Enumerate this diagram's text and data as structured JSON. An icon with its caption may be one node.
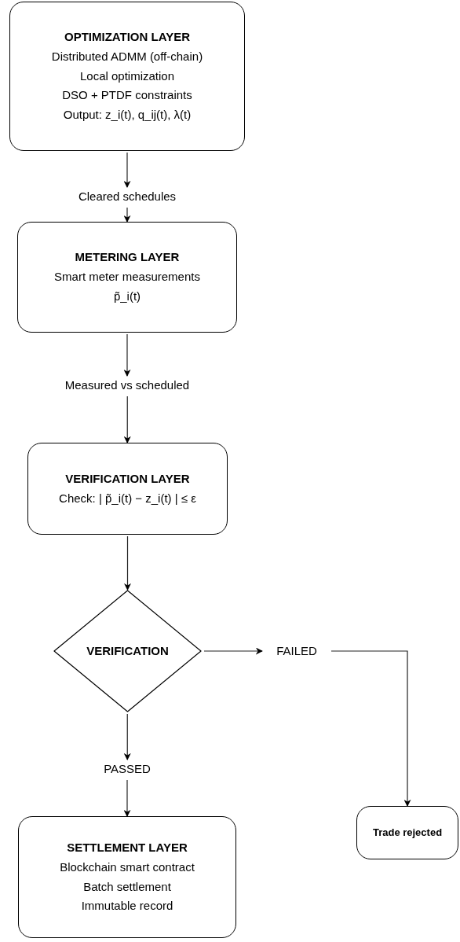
{
  "diagram": {
    "nodes": [
      {
        "text": [
          "OPTIMIZATION LAYER",
          "Distributed ADMM (off-chain)",
          "Local optimization",
          "DSO + PTDF constraints",
          "Output: z_i(t), q_ij(t), λ(t)"
        ]
      },
      {
        "text": [
          "Cleared schedules"
        ]
      },
      {
        "text": [
          "METERING LAYER",
          "Smart meter measurements",
          "p̃_i(t)"
        ]
      },
      {
        "text": [
          "Measured vs scheduled"
        ]
      },
      {
        "text": [
          "VERIFICATION LAYER",
          "Check: | p̃_i(t) − z_i(t) | ≤ ε"
        ]
      },
      {
        "text": [
          "VERIFICATION"
        ]
      },
      {
        "text": [
          "FAILED"
        ]
      },
      {
        "text": [
          "PASSED"
        ]
      },
      {
        "text": [
          "SETTLEMENT LAYER",
          "Blockchain smart contract",
          "Batch settlement",
          "Immutable record"
        ]
      },
      {
        "text": [
          "Trade rejected"
        ]
      }
    ],
    "edges": [
      {
        "from": 0,
        "to": 1,
        "arrow": "to"
      },
      {
        "from": 1,
        "to": 2,
        "arrow": "to"
      },
      {
        "from": 2,
        "to": 3,
        "arrow": "to"
      },
      {
        "from": 3,
        "to": 4,
        "arrow": "to"
      },
      {
        "from": 4,
        "to": 5,
        "arrow": "to"
      },
      {
        "from": 5,
        "to": 6,
        "arrow": "to"
      },
      {
        "from": 6,
        "to": 9,
        "arrow": "to"
      },
      {
        "from": 5,
        "to": 7,
        "arrow": "to"
      },
      {
        "from": 7,
        "to": 8,
        "arrow": "to"
      }
    ]
  }
}
